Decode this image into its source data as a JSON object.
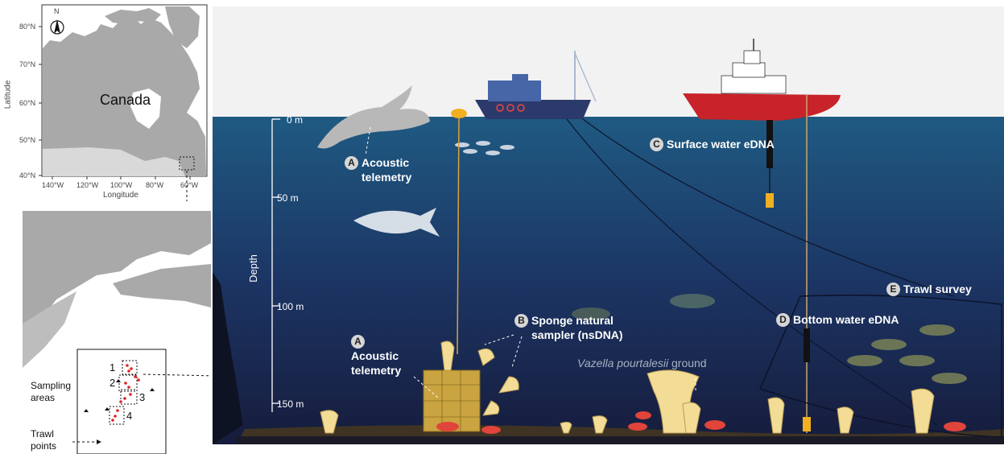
{
  "map1": {
    "country": "Canada",
    "ylabel": "Latitude",
    "xlabel": "Longitude",
    "north": "N",
    "lat_ticks": [
      "80°N",
      "70°N",
      "60°N",
      "50°N",
      "40°N"
    ],
    "lon_ticks": [
      "140°W",
      "120°W",
      "100°W",
      "80°W",
      "60°W"
    ]
  },
  "map2": {
    "sampling_label_1": "Sampling",
    "sampling_label_2": "areas",
    "trawl_label_1": "Trawl",
    "trawl_label_2": "points",
    "area_numbers": [
      "1",
      "2",
      "3",
      "4"
    ]
  },
  "scene": {
    "depth_axis_label": "Depth",
    "depths": [
      "0 m",
      "50 m",
      "100 m",
      "150 m"
    ],
    "label_a1_letter": "A",
    "label_a1_line1": "Acoustic",
    "label_a1_line2": "telemetry",
    "label_a2_letter": "A",
    "label_a2_line1": "Acoustic",
    "label_a2_line2": "telemetry",
    "label_b_letter": "B",
    "label_b_line1": "Sponge natural",
    "label_b_line2": "sampler (nsDNA)",
    "label_c_letter": "C",
    "label_c_text": "Surface water eDNA",
    "label_d_letter": "D",
    "label_d_text": "Bottom water eDNA",
    "label_e_letter": "E",
    "label_e_text": "Trawl survey",
    "ground_italic": "Vazella pourtalesii",
    "ground_rest": " ground"
  },
  "colors": {
    "sea_top": "#1f5a82",
    "sea_bottom": "#162042",
    "land": "#a9a9a9",
    "sponge": "#f3dc96",
    "seafloor": "#4a3a22",
    "line": "#d9a23a"
  }
}
